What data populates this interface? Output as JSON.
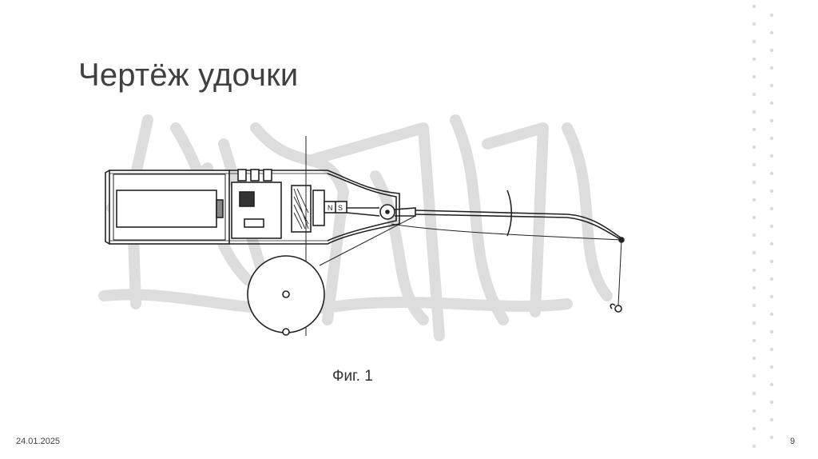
{
  "slide": {
    "title": "Чертёж удочки",
    "figure_caption": "Фиг. 1",
    "magnet_labels": [
      "N",
      "S"
    ],
    "footer_date": "24.01.2025",
    "page_number": "9"
  },
  "colors": {
    "title_text": "#404040",
    "drawing_line": "#222222",
    "watermark": "#dadada",
    "dots": "#e3d8cc"
  }
}
